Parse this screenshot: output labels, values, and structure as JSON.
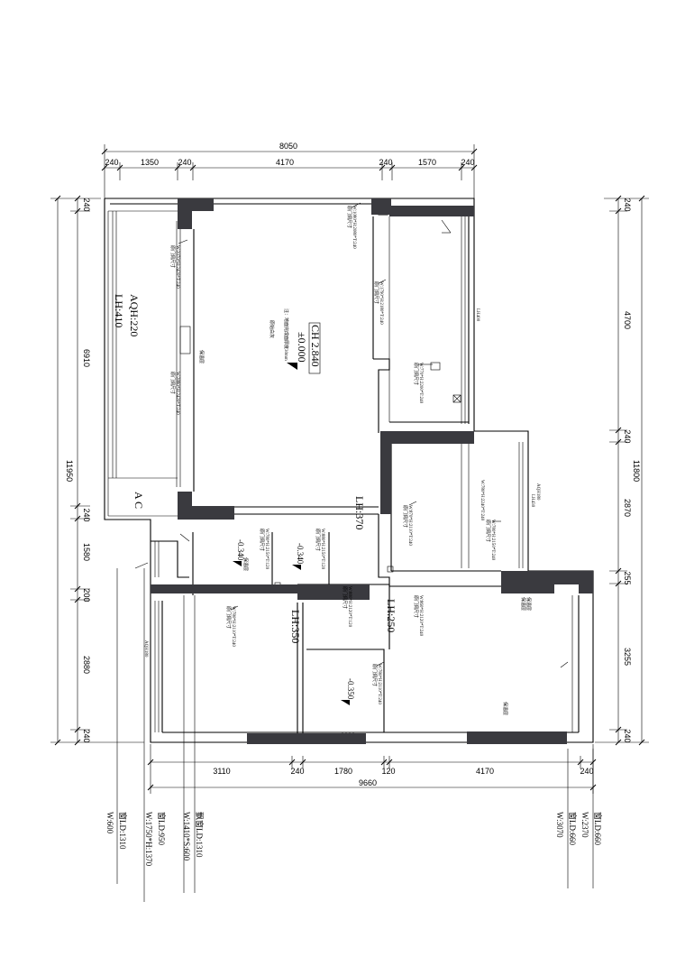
{
  "dimensions": {
    "top_total": "8050",
    "top_segments": [
      "240",
      "1350",
      "240",
      "4170",
      "240",
      "1570",
      "240"
    ],
    "left_total": "11950",
    "left_segments": [
      "240",
      "6910",
      "240",
      "1580",
      "200",
      "2880",
      "240"
    ],
    "right_total": "11800",
    "right_segments": [
      "240",
      "4700",
      "240",
      "2870",
      "255",
      "3255",
      "240"
    ],
    "bottom_total": "9660",
    "bottom_segments": [
      "3110",
      "240",
      "1780",
      "120",
      "4170",
      "240"
    ]
  },
  "labels": {
    "ch": "CH 2.840",
    "level_zero": "±0.000",
    "floor_note_1": "注：地面完成面厚度30mm",
    "floor_note_2": "原始白灰",
    "lh370": "LH:370",
    "lh350": "LH:350",
    "lh250": "LH:250",
    "lh410": "LH:410",
    "aqh220": "AQH:220",
    "lh400": "LH400",
    "aqh180_right": "AQH180",
    "lh430": "LH430",
    "aqh180_left": "AQH180",
    "lev_a": "-0.340",
    "lev_b": "-0.340",
    "lev_c": "-0.350",
    "ac": "A  C",
    "insul_1": "保温层",
    "insul_2": "保温层",
    "insul_3": "保温层",
    "insul_4": "保温层",
    "insul_5": "保温层",
    "door_1": "W:1080*H:2080*T:240",
    "door_2": "W:1790*H:2180*T:240",
    "door_3": "W:770*H:2200*T:240",
    "door_4": "W:2070*H:2420*T:240",
    "door_5": "W:2880*H:2420*T:240",
    "door_6": "W:870*H:2110*T:240",
    "door_7": "W:780*H:2150*T:240",
    "door_8": "W:880*H:2150*T:120",
    "door_9": "W:780*H:2150*T:120",
    "door_10": "W:880*H:2120*T:120",
    "door_11": "W:860*H:2120*T:240",
    "door_12": "W:780*H:2110*T:240",
    "door_13": "W:780*H:2110*T:240",
    "door_14": "W:780*H:2240*T:240",
    "door_hole": "原门洞尺寸"
  },
  "windows": {
    "left": [
      "飘窗LD:1310",
      "W:1410*S:600",
      "窗LD:950",
      "W:1750*H:1370",
      "窗LD:1310",
      "W:600"
    ],
    "right": [
      "窗LD:660",
      "W:2370",
      "窗LD:660",
      "W:3070"
    ]
  }
}
